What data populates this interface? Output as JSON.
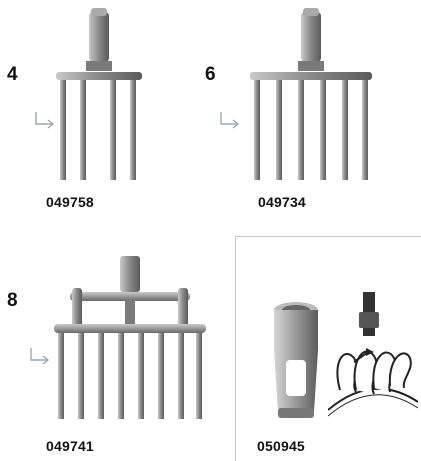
{
  "products": [
    {
      "count": "4",
      "code": "049758"
    },
    {
      "count": "6",
      "code": "049734"
    },
    {
      "count": "8",
      "code": "049741"
    },
    {
      "count": "",
      "code": "050945"
    }
  ],
  "colors": {
    "arrow": "#9aa8b4",
    "metal": "#8f8f8f",
    "text": "#111111"
  }
}
